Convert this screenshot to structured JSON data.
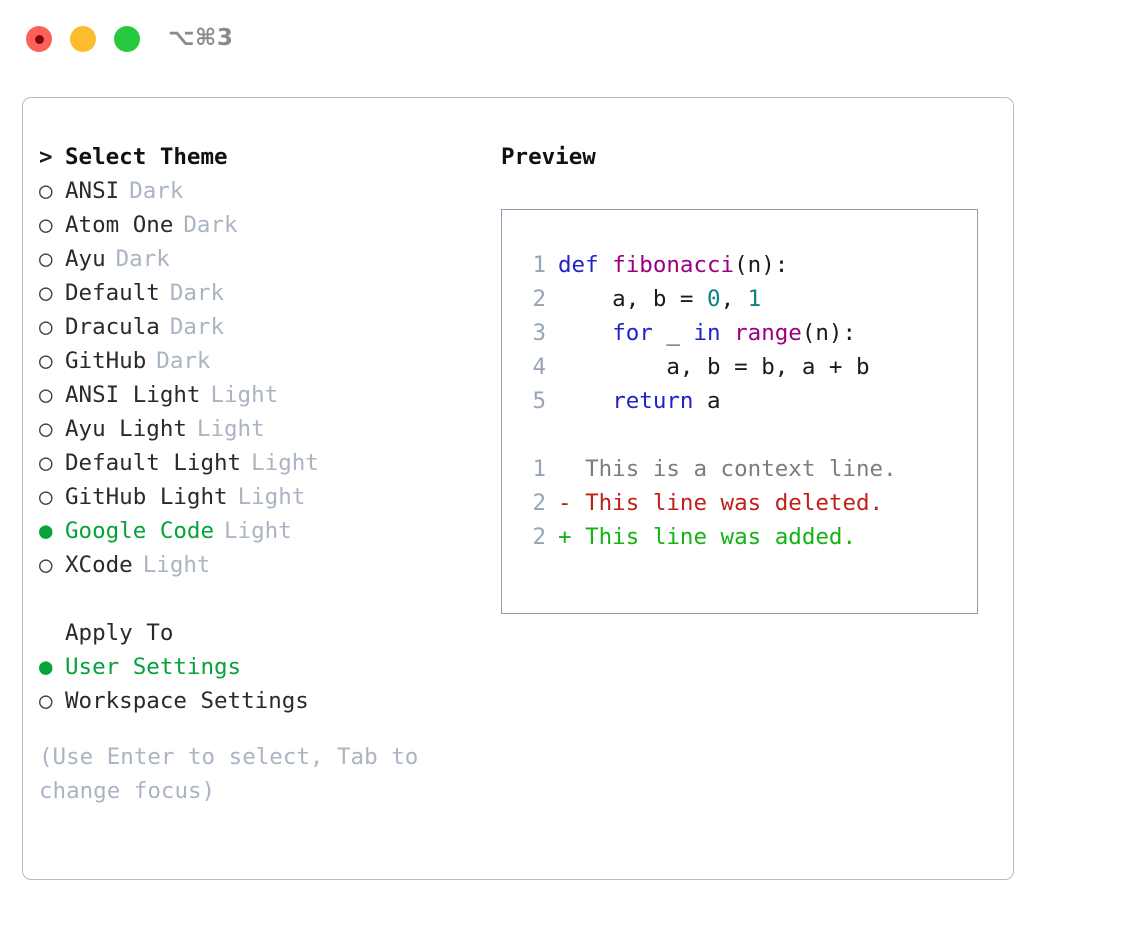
{
  "titlebar": {
    "shortcut": "⌥⌘3",
    "lights": [
      {
        "name": "close",
        "color": "#fb6158"
      },
      {
        "name": "minimize",
        "color": "#fdbc2e"
      },
      {
        "name": "maximize",
        "color": "#27c93f"
      }
    ]
  },
  "theme_list": {
    "header": {
      "caret": ">",
      "title": "Select Theme"
    },
    "markers": {
      "selected": "●",
      "unselected": "○"
    },
    "items": [
      {
        "marker": "○",
        "name": "ANSI",
        "variant": "Dark",
        "selected": false
      },
      {
        "marker": "○",
        "name": "Atom One",
        "variant": "Dark",
        "selected": false
      },
      {
        "marker": "○",
        "name": "Ayu",
        "variant": "Dark",
        "selected": false
      },
      {
        "marker": "○",
        "name": "Default",
        "variant": "Dark",
        "selected": false
      },
      {
        "marker": "○",
        "name": "Dracula",
        "variant": "Dark",
        "selected": false
      },
      {
        "marker": "○",
        "name": "GitHub",
        "variant": "Dark",
        "selected": false
      },
      {
        "marker": "○",
        "name": "ANSI Light",
        "variant": "Light",
        "selected": false
      },
      {
        "marker": "○",
        "name": "Ayu Light",
        "variant": "Light",
        "selected": false
      },
      {
        "marker": "○",
        "name": "Default Light",
        "variant": "Light",
        "selected": false
      },
      {
        "marker": "○",
        "name": "GitHub Light",
        "variant": "Light",
        "selected": false
      },
      {
        "marker": "●",
        "name": "Google Code",
        "variant": "Light",
        "selected": true
      },
      {
        "marker": "○",
        "name": "XCode",
        "variant": "Light",
        "selected": false
      }
    ]
  },
  "apply_to": {
    "title": "Apply To",
    "options": [
      {
        "marker": "●",
        "label": "User Settings",
        "selected": true
      },
      {
        "marker": "○",
        "label": "Workspace Settings",
        "selected": false
      }
    ]
  },
  "hint": "(Use Enter to select, Tab to\nchange focus)",
  "preview": {
    "title": "Preview",
    "code_lines": [
      {
        "no": "1",
        "tokens": [
          {
            "t": "def ",
            "c": "kw"
          },
          {
            "t": "fibonacci",
            "c": "fn"
          },
          {
            "t": "(n):",
            "c": "plain"
          }
        ]
      },
      {
        "no": "2",
        "tokens": [
          {
            "t": "    a, b = ",
            "c": "plain"
          },
          {
            "t": "0",
            "c": "num"
          },
          {
            "t": ", ",
            "c": "plain"
          },
          {
            "t": "1",
            "c": "num"
          }
        ]
      },
      {
        "no": "3",
        "tokens": [
          {
            "t": "    ",
            "c": "plain"
          },
          {
            "t": "for",
            "c": "kw"
          },
          {
            "t": " _ ",
            "c": "plain"
          },
          {
            "t": "in",
            "c": "kw"
          },
          {
            "t": " ",
            "c": "plain"
          },
          {
            "t": "range",
            "c": "fn"
          },
          {
            "t": "(n):",
            "c": "plain"
          }
        ]
      },
      {
        "no": "4",
        "tokens": [
          {
            "t": "        a, b = b, a + b",
            "c": "plain"
          }
        ]
      },
      {
        "no": "5",
        "tokens": [
          {
            "t": "    ",
            "c": "plain"
          },
          {
            "t": "return",
            "c": "kw"
          },
          {
            "t": " a",
            "c": "plain"
          }
        ]
      }
    ],
    "diff_lines": [
      {
        "no": "1",
        "sign": " ",
        "text": " This is a context line.",
        "kind": "ctx"
      },
      {
        "no": "2",
        "sign": "-",
        "text": " This line was deleted.",
        "kind": "del"
      },
      {
        "no": "2",
        "sign": "+",
        "text": " This line was added.",
        "kind": "add"
      }
    ]
  },
  "colors": {
    "accent_green": "#06a23c",
    "muted": "#aab4c2",
    "panel_border": "#b3bccb",
    "preview_border": "#8e9cb0",
    "keyword": "#2222cc",
    "function": "#9b0080",
    "number": "#0d8080",
    "diff_added": "#13b313",
    "diff_deleted": "#c02018",
    "diff_context": "#7d7d7d"
  }
}
